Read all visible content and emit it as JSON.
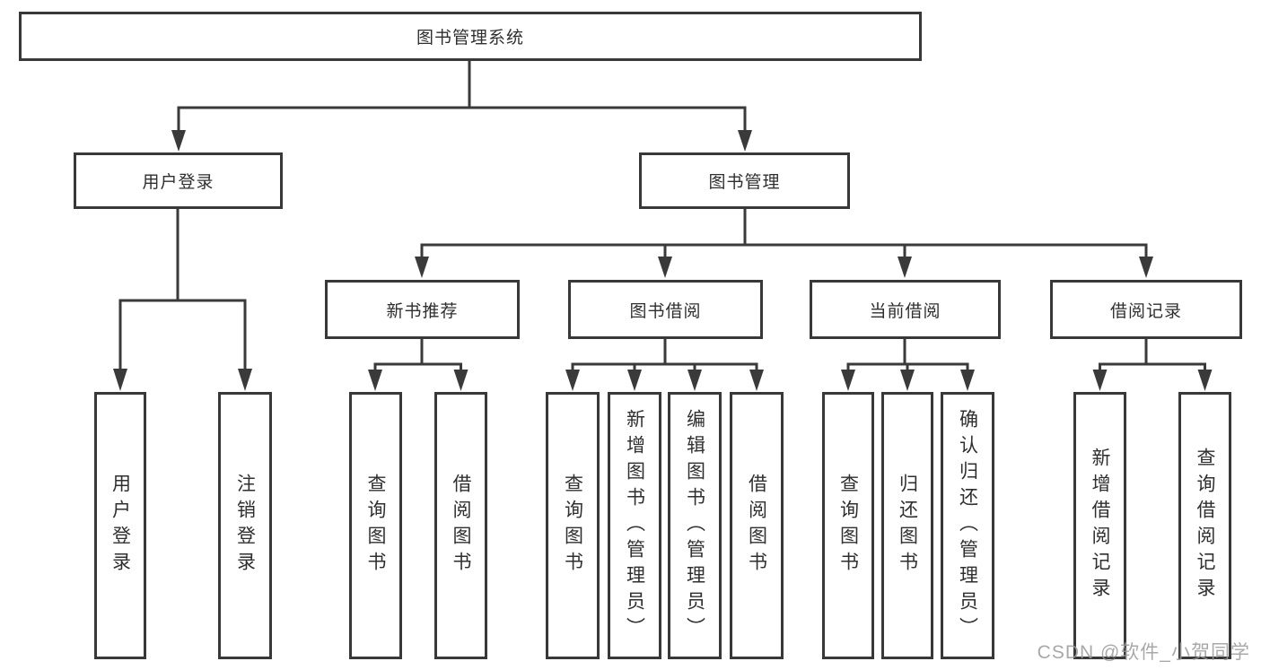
{
  "diagram_title": "图书管理系统",
  "colors": {
    "line": "#3a3a3a",
    "text": "#2f2f2f",
    "background": "#ffffff",
    "watermark": "#9a9a9a"
  },
  "nodes": {
    "root": {
      "label": "图书管理系统"
    },
    "level1": [
      {
        "label": "用户登录",
        "parent": "图书管理系统"
      },
      {
        "label": "图书管理",
        "parent": "图书管理系统"
      }
    ],
    "level2": [
      {
        "label": "新书推荐",
        "parent": "图书管理"
      },
      {
        "label": "图书借阅",
        "parent": "图书管理"
      },
      {
        "label": "当前借阅",
        "parent": "图书管理"
      },
      {
        "label": "借阅记录",
        "parent": "图书管理"
      }
    ],
    "leaves": [
      {
        "label": "用户登录",
        "parent": "用户登录"
      },
      {
        "label": "注销登录",
        "parent": "用户登录"
      },
      {
        "label": "查询图书",
        "parent": "新书推荐"
      },
      {
        "label": "借阅图书",
        "parent": "新书推荐"
      },
      {
        "label": "查询图书",
        "parent": "图书借阅"
      },
      {
        "label": "新增图书（管理员）",
        "parent": "图书借阅"
      },
      {
        "label": "编辑图书（管理员）",
        "parent": "图书借阅"
      },
      {
        "label": "借阅图书",
        "parent": "图书借阅"
      },
      {
        "label": "查询图书",
        "parent": "当前借阅"
      },
      {
        "label": "归还图书",
        "parent": "当前借阅"
      },
      {
        "label": "确认归还（管理员）",
        "parent": "当前借阅"
      },
      {
        "label": "新增借阅记录",
        "parent": "借阅记录"
      },
      {
        "label": "查询借阅记录",
        "parent": "借阅记录"
      }
    ]
  },
  "watermark": "CSDN @软件_小贺同学"
}
